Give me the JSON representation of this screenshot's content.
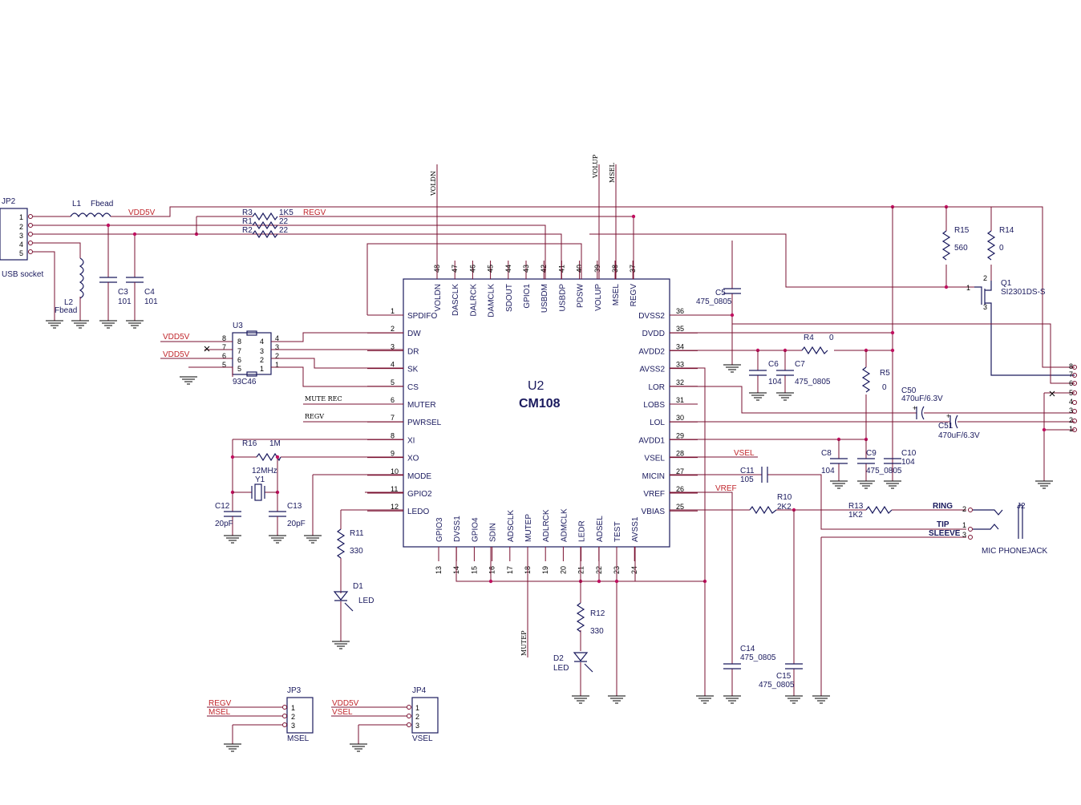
{
  "chip": {
    "ref": "U2",
    "part": "CM108",
    "left_pins": [
      {
        "num": "1",
        "name": "SPDIFO"
      },
      {
        "num": "2",
        "name": "DW"
      },
      {
        "num": "3",
        "name": "DR"
      },
      {
        "num": "4",
        "name": "SK"
      },
      {
        "num": "5",
        "name": "CS"
      },
      {
        "num": "6",
        "name": "MUTER"
      },
      {
        "num": "7",
        "name": "PWRSEL"
      },
      {
        "num": "8",
        "name": "XI"
      },
      {
        "num": "9",
        "name": "XO"
      },
      {
        "num": "10",
        "name": "MODE"
      },
      {
        "num": "11",
        "name": "GPIO2"
      },
      {
        "num": "12",
        "name": "LEDO"
      }
    ],
    "right_pins": [
      {
        "num": "36",
        "name": "DVSS2"
      },
      {
        "num": "35",
        "name": "DVDD"
      },
      {
        "num": "34",
        "name": "AVDD2"
      },
      {
        "num": "33",
        "name": "AVSS2"
      },
      {
        "num": "32",
        "name": "LOR"
      },
      {
        "num": "31",
        "name": "LOBS"
      },
      {
        "num": "30",
        "name": "LOL"
      },
      {
        "num": "29",
        "name": "AVDD1"
      },
      {
        "num": "28",
        "name": "VSEL"
      },
      {
        "num": "27",
        "name": "MICIN"
      },
      {
        "num": "26",
        "name": "VREF"
      },
      {
        "num": "25",
        "name": "VBIAS"
      }
    ],
    "top_pins": [
      {
        "num": "48",
        "name": "VOLDN"
      },
      {
        "num": "47",
        "name": "DASCLK"
      },
      {
        "num": "46",
        "name": "DALRCK"
      },
      {
        "num": "45",
        "name": "DAMCLK"
      },
      {
        "num": "44",
        "name": "SDOUT"
      },
      {
        "num": "43",
        "name": "GPIO1"
      },
      {
        "num": "42",
        "name": "USBDM"
      },
      {
        "num": "41",
        "name": "USBDP"
      },
      {
        "num": "40",
        "name": "PDSW"
      },
      {
        "num": "39",
        "name": "VOLUP"
      },
      {
        "num": "38",
        "name": "MSEL"
      },
      {
        "num": "37",
        "name": "REGV"
      }
    ],
    "bottom_pins": [
      {
        "num": "13",
        "name": "GPIO3"
      },
      {
        "num": "14",
        "name": "DVSS1"
      },
      {
        "num": "15",
        "name": "GPIO4"
      },
      {
        "num": "16",
        "name": "SDIN"
      },
      {
        "num": "17",
        "name": "ADSCLK"
      },
      {
        "num": "18",
        "name": "MUTEP"
      },
      {
        "num": "19",
        "name": "ADLRCK"
      },
      {
        "num": "20",
        "name": "ADMCLK"
      },
      {
        "num": "21",
        "name": "LEDR"
      },
      {
        "num": "22",
        "name": "ADSEL"
      },
      {
        "num": "23",
        "name": "TEST"
      },
      {
        "num": "24",
        "name": "AVSS1"
      }
    ]
  },
  "vertical_nets": {
    "voldn": "VOLDN",
    "volup": "VOLUP",
    "msel": "MSEL",
    "mutep": "MUTEP"
  },
  "usb": {
    "ref": "JP2",
    "label": "USB socket",
    "pins": [
      "1",
      "2",
      "3",
      "4",
      "5"
    ]
  },
  "nets": {
    "vdd5v": "VDD5V",
    "regv": "REGV",
    "vsel": "VSEL",
    "vref": "VREF",
    "msel": "MSEL",
    "mute_rec": "MUTE REC",
    "regv_small": "REGV"
  },
  "components": {
    "L1": {
      "ref": "L1",
      "val": "Fbead"
    },
    "L2": {
      "ref": "L2",
      "val": "Fbead"
    },
    "R3": {
      "ref": "R3",
      "val": "1K5"
    },
    "R1": {
      "ref": "R1",
      "val": "22"
    },
    "R2": {
      "ref": "R2",
      "val": "22"
    },
    "C3": {
      "ref": "C3",
      "val": "101"
    },
    "C4": {
      "ref": "C4",
      "val": "101"
    },
    "C5": {
      "ref": "C5",
      "val": "475_0805"
    },
    "R15": {
      "ref": "R15",
      "val": "560"
    },
    "R14": {
      "ref": "R14",
      "val": "0"
    },
    "Q1": {
      "ref": "Q1",
      "val": "SI2301DS-S"
    },
    "U3": {
      "ref": "U3",
      "val": "93C46"
    },
    "R4": {
      "ref": "R4",
      "val": "0"
    },
    "C6": {
      "ref": "C6",
      "val": "104"
    },
    "C7": {
      "ref": "C7",
      "val": "475_0805"
    },
    "R5": {
      "ref": "R5",
      "val": "0"
    },
    "C50": {
      "ref": "C50",
      "val": "470uF/6.3V"
    },
    "C51": {
      "ref": "C51",
      "val": "470uF/6.3V"
    },
    "C8": {
      "ref": "C8",
      "val": "104"
    },
    "C9": {
      "ref": "C9",
      "val": "475_0805"
    },
    "C10": {
      "ref": "C10",
      "val": "104"
    },
    "C11": {
      "ref": "C11",
      "val": "105"
    },
    "R10": {
      "ref": "R10",
      "val": "2K2"
    },
    "R13": {
      "ref": "R13",
      "val": "1K2"
    },
    "R16": {
      "ref": "R16",
      "val": "1M"
    },
    "Y1": {
      "ref": "Y1",
      "val": "12MHz"
    },
    "C12": {
      "ref": "C12",
      "val": "20pF"
    },
    "C13": {
      "ref": "C13",
      "val": "20pF"
    },
    "R11": {
      "ref": "R11",
      "val": "330"
    },
    "D1": {
      "ref": "D1",
      "val": "LED"
    },
    "R12": {
      "ref": "R12",
      "val": "330"
    },
    "D2": {
      "ref": "D2",
      "val": "LED"
    },
    "C14": {
      "ref": "C14",
      "val": "475_0805"
    },
    "C15": {
      "ref": "C15",
      "val": "475_0805"
    }
  },
  "u3_pins": {
    "left": [
      "8",
      "7",
      "6",
      "5"
    ],
    "right": [
      "4",
      "3",
      "2",
      "1"
    ],
    "inner_left": [
      "8",
      "7",
      "6",
      "5"
    ],
    "inner_right": [
      "4",
      "3",
      "2",
      "1"
    ]
  },
  "q1_pins": {
    "p1": "1",
    "p2": "2",
    "p3": "3"
  },
  "phonejack": {
    "ref": "J2",
    "label": "MIC PHONEJACK",
    "ring": "RING",
    "tip": "TIP",
    "sleeve": "SLEEVE",
    "p_ring": "2",
    "p_tip": "1",
    "p_sleeve": "3"
  },
  "right_conn_pins": [
    "8",
    "7",
    "6",
    "5",
    "4",
    "3",
    "2",
    "1"
  ],
  "jp3": {
    "ref": "JP3",
    "label": "MSEL",
    "pins": [
      "1",
      "2",
      "3"
    ],
    "net1": "REGV",
    "net2": "MSEL"
  },
  "jp4": {
    "ref": "JP4",
    "label": "VSEL",
    "pins": [
      "1",
      "2",
      "3"
    ],
    "net1": "VDD5V",
    "net2": "VSEL"
  },
  "u3_nets": {
    "a": "VDD5V",
    "b": "VDD5V"
  }
}
